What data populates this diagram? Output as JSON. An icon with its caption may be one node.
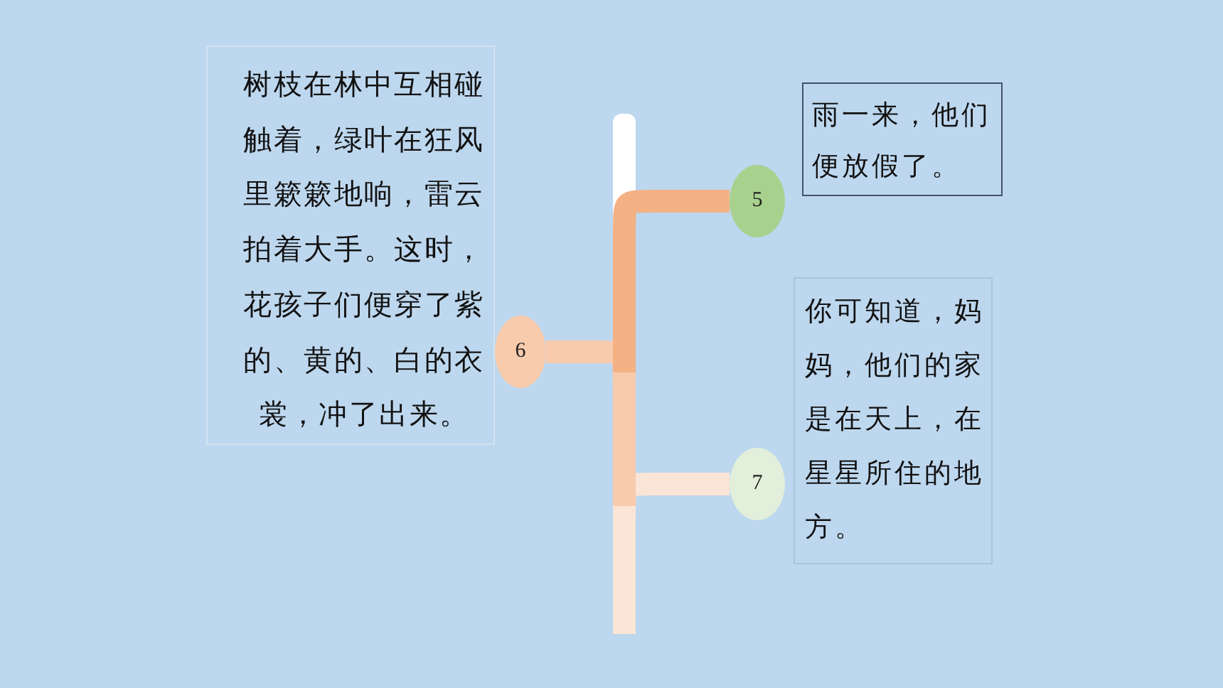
{
  "diagram": {
    "nodes": [
      {
        "text": [
          "树枝在林中互相碰触着，绿叶在狂风里簌簌地响，雷云拍着大手。这时，花孩子们便穿了紫的、黄的、白的衣裳，冲了出来。"
        ]
      },
      {
        "text": [
          "雨一来，他们便放假了。"
        ]
      },
      {
        "text": [
          "5"
        ]
      },
      {
        "text": [
          "6"
        ]
      },
      {
        "text": [
          "你可知道，妈妈，他们的家是在天上，在星星所住的地方。"
        ]
      },
      {
        "text": [
          "7"
        ]
      },
      {
        "text": [],
        "shape": "bar"
      }
    ],
    "edges": [
      {
        "from": null,
        "to": 5,
        "arrow": "none",
        "color": "#fbe5d6"
      },
      {
        "from": null,
        "to": 3,
        "arrow": "none",
        "color": "#f8cbad"
      },
      {
        "from": null,
        "to": 2,
        "arrow": "none",
        "color": "#f4b183"
      }
    ]
  }
}
